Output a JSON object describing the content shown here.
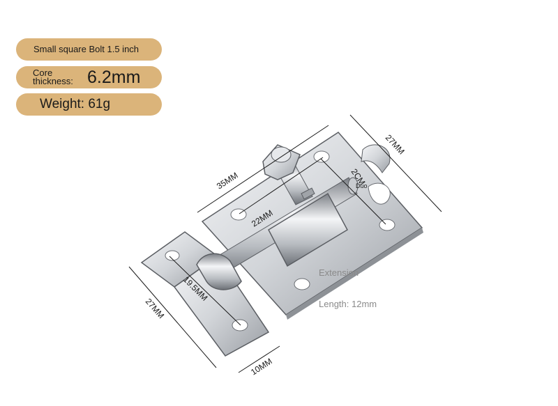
{
  "spec": {
    "title": "Small square Bolt 1.5 inch",
    "core_label_line1": "Core",
    "core_label_line2": "thickness:",
    "core_value": "6.2mm",
    "weight": "Weight: 61g"
  },
  "dimensions": {
    "plate_length": "35MM",
    "plate_width": "27MM",
    "keeper_width": "27MM",
    "keeper_depth": "10MM",
    "barrel_length": "22MM",
    "keeper_length": "19.5MM",
    "knob_label": "2CM",
    "duo_label": "Duo"
  },
  "extension": {
    "line1": "Extension",
    "line2": "Length: 12mm"
  },
  "colors": {
    "pill": "#dbb47a",
    "metal": "#d8dbdf"
  }
}
